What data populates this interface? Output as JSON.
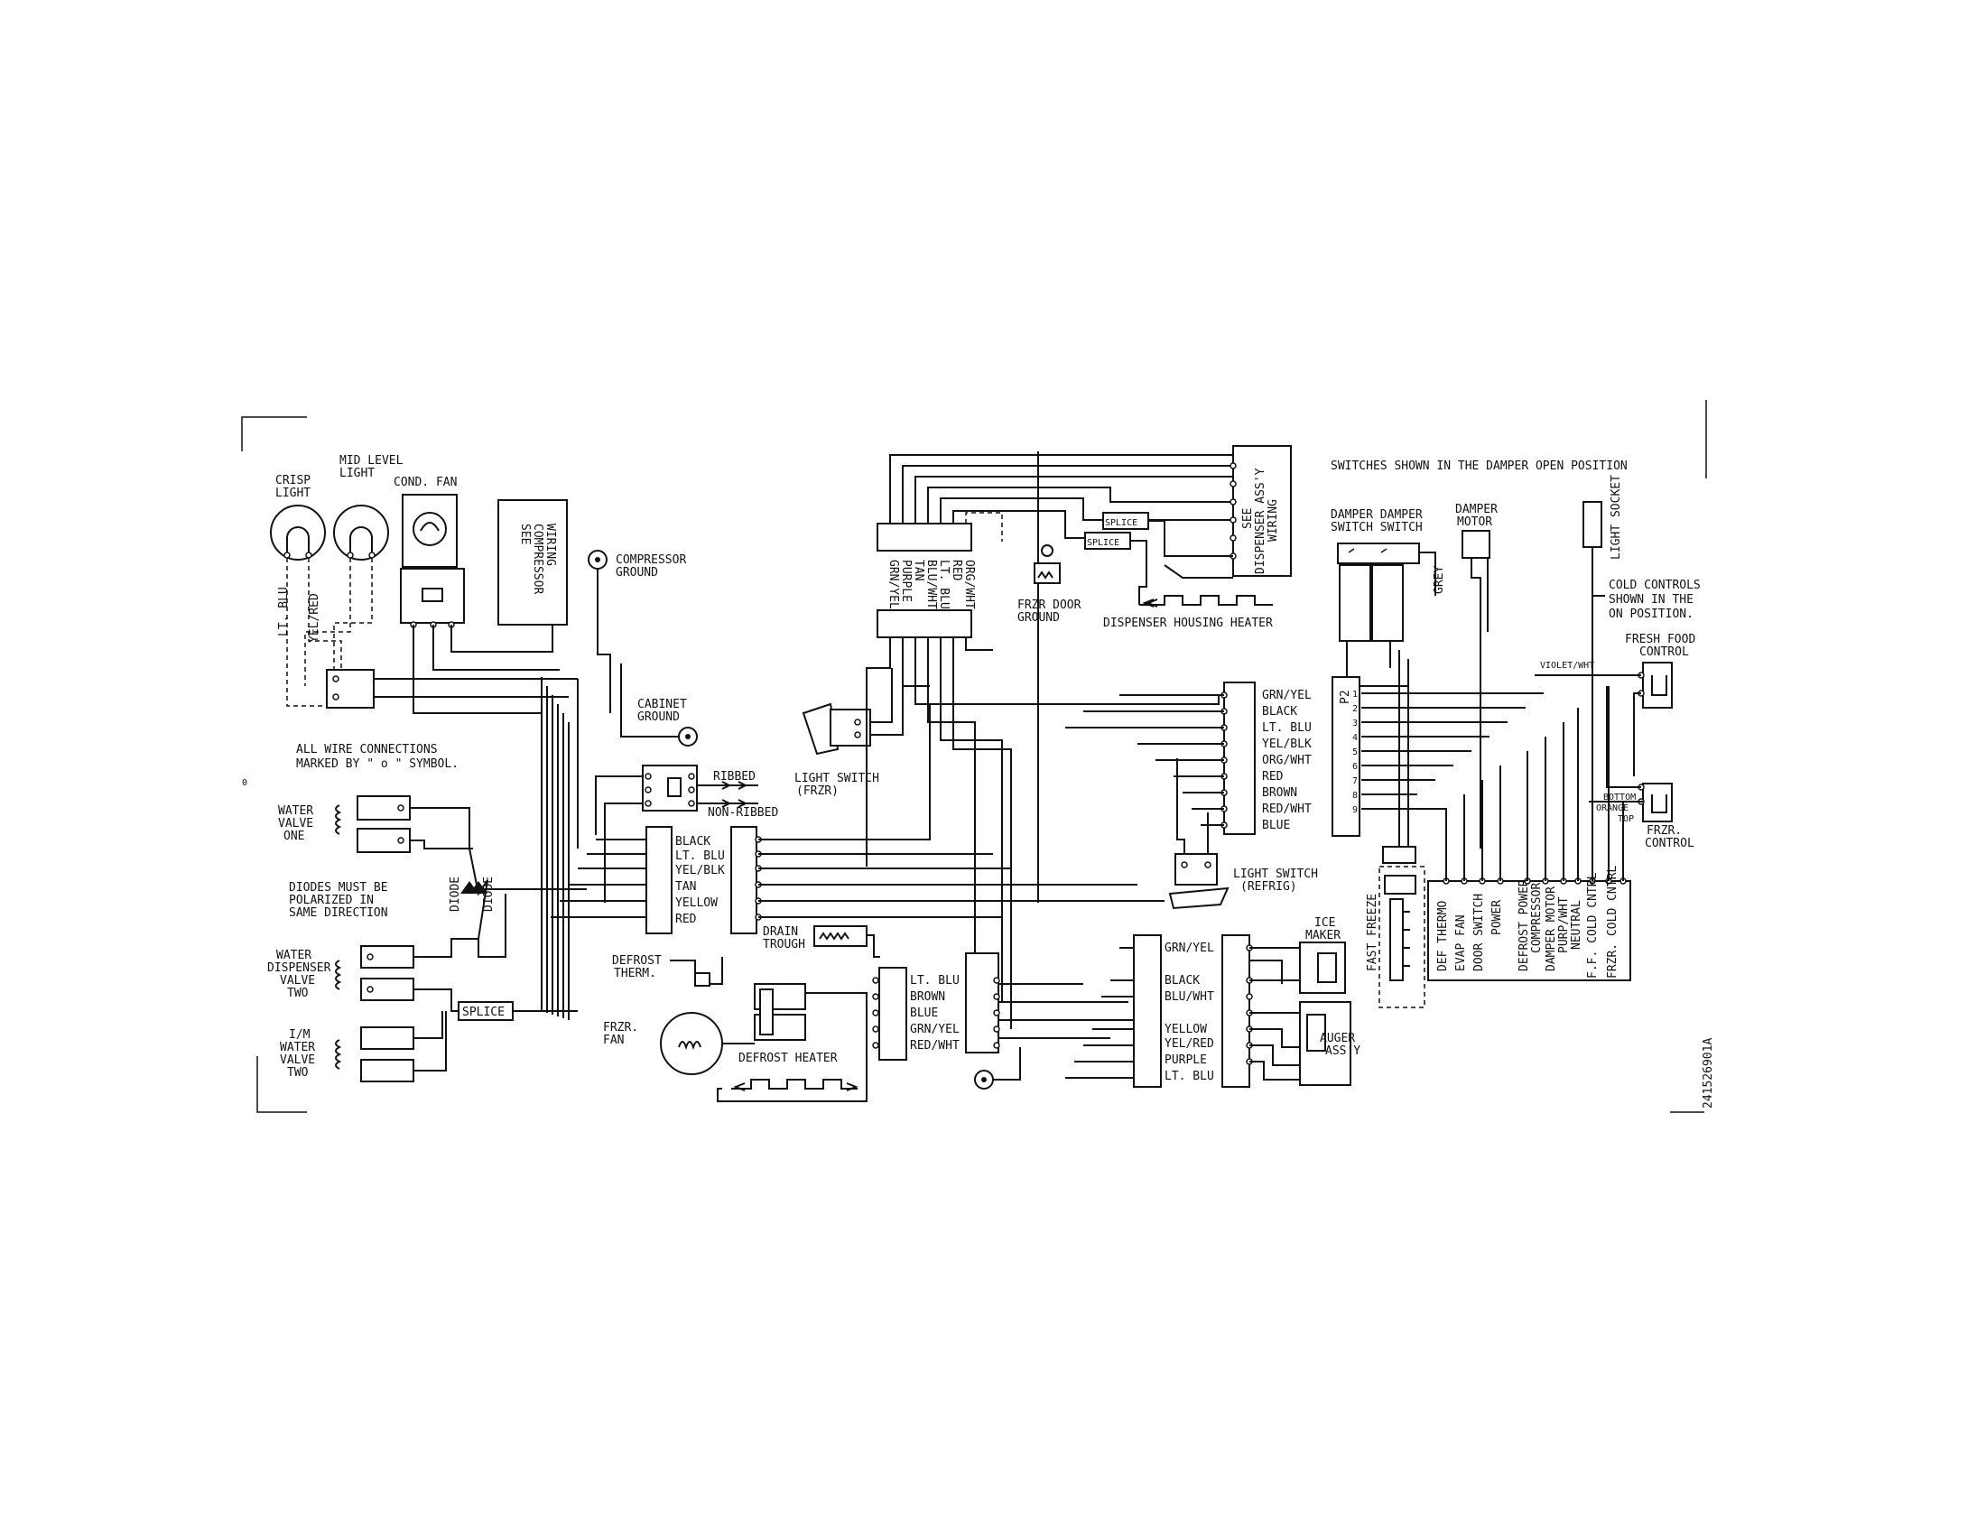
{
  "labels": {
    "crisp_light": [
      "CRISP",
      "LIGHT"
    ],
    "mid_level_light": [
      "MID LEVEL",
      "LIGHT"
    ],
    "cond_fan": "COND. FAN",
    "see_compressor_wiring": [
      "SEE",
      "COMPRESSOR",
      "WIRING"
    ],
    "compressor_ground": [
      "COMPRESSOR",
      "GROUND"
    ],
    "cabinet_ground": [
      "CABINET",
      "GROUND"
    ],
    "lt_blu_vertical": "LT. BLU",
    "yel_red_vertical": "YEL/RED",
    "all_wire_connections": [
      "ALL WIRE CONNECTIONS",
      "MARKED BY \" o \" SYMBOL."
    ],
    "water_valve_one": [
      "WATER",
      "VALVE",
      "ONE"
    ],
    "diodes_note": [
      "DIODES MUST BE",
      "POLARIZED IN",
      "SAME DIRECTION"
    ],
    "diode": "DIODE",
    "water_dispenser_valve_two": [
      "WATER",
      "DISPENSER",
      "VALVE",
      "TWO"
    ],
    "im_water_valve_two": [
      "I/M",
      "WATER",
      "VALVE",
      "TWO"
    ],
    "splice": "SPLICE",
    "ribbed": "RIBBED",
    "non_ribbed": "NON-RIBBED",
    "light_switch_frzr": [
      "LIGHT SWITCH",
      "(FRZR)"
    ],
    "mid_connector_wires": [
      "BLACK",
      "LT. BLU",
      "YEL/BLK",
      "TAN",
      "YELLOW",
      "RED"
    ],
    "drain_trough": [
      "DRAIN",
      "TROUGH"
    ],
    "defrost_therm": [
      "DEFROST",
      "THERM."
    ],
    "frzr_fan": [
      "FRZR.",
      "FAN"
    ],
    "defrost_heater": "DEFROST HEATER",
    "heater_connector_wires": [
      "LT. BLU",
      "BROWN",
      "BLUE",
      "GRN/YEL",
      "RED/WHT"
    ],
    "top_connector_wires": [
      "GRN/YEL",
      "PURPLE",
      "TAN",
      "BLU/WHT",
      "LT. BLU",
      "RED",
      "ORG/WHT"
    ],
    "see_dispenser_assy_wiring": [
      "SEE",
      "DISPENSER ASS'Y",
      "WIRING"
    ],
    "frzr_door_ground": [
      "FRZR DOOR",
      "GROUND"
    ],
    "dispenser_housing_heater": "DISPENSER HOUSING HEATER",
    "right_connector_wires": [
      "GRN/YEL",
      "BLACK",
      "LT. BLU",
      "YEL/BLK",
      "ORG/WHT",
      "RED",
      "BROWN",
      "RED/WHT",
      "BLUE"
    ],
    "light_switch_refrig": [
      "LIGHT SWITCH",
      "(REFRIG)"
    ],
    "lower_connector_wires": [
      "GRN/YEL",
      "BLACK",
      "BLU/WHT",
      "YELLOW",
      "YEL/RED",
      "PURPLE",
      "LT. BLU"
    ],
    "ice_maker": [
      "ICE",
      "MAKER"
    ],
    "auger_assy": [
      "AUGER",
      "ASS'Y"
    ],
    "switches_note": "SWITCHES SHOWN IN THE DAMPER OPEN POSITION",
    "damper_switch": [
      "DAMPER DAMPER",
      "SWITCH SWITCH"
    ],
    "damper_motor": [
      "DAMPER",
      "MOTOR"
    ],
    "grey": "GREY",
    "light_socket": "LIGHT SOCKET",
    "cold_controls_note": [
      "COLD CONTROLS",
      "SHOWN IN THE",
      "ON POSITION."
    ],
    "fresh_food_control": [
      "FRESH FOOD",
      "CONTROL"
    ],
    "violet_wht": "VIOLET/WHT",
    "frzr_control": [
      "FRZR.",
      "CONTROL"
    ],
    "bottom": "BOTTOM",
    "orange": "ORANGE",
    "top": "TOP",
    "p2": "P2",
    "p2_pins": [
      "1",
      "2",
      "3",
      "4",
      "5",
      "6",
      "7",
      "8",
      "9"
    ],
    "fast_freeze": "FAST FREEZE",
    "control_board_terminals": [
      "DEF THERMO",
      "EVAP FAN",
      "DOOR SWITCH",
      "POWER",
      "DEFROST POWER",
      "COMPRESSOR",
      "DAMPER MOTOR",
      "PURP/WHT",
      "NEUTRAL",
      "F.F. COLD CNTRL",
      "FRZR. COLD CNTRL"
    ],
    "part_number": "241526901A",
    "stray_mark": "0"
  }
}
